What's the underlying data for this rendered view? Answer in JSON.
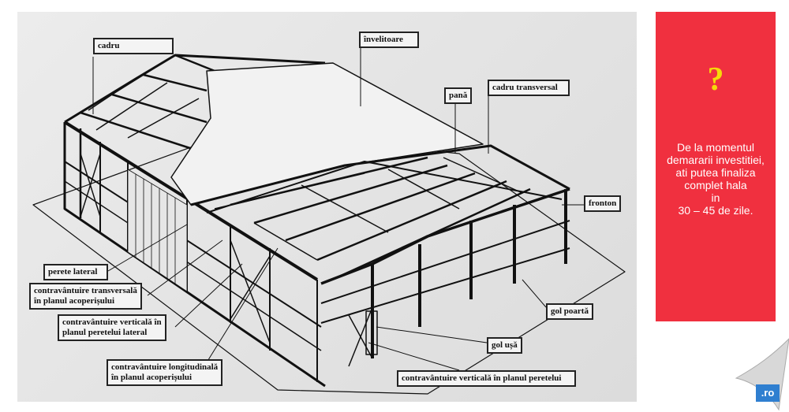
{
  "diagram": {
    "labels": {
      "cadru": "cadru",
      "invelitoare": "învelitoare",
      "pana": "pană",
      "cadru_transversal": "cadru transversal",
      "fronton": "fronton",
      "perete_lateral": "perete lateral",
      "contr_transversala": [
        "contravântuire transversală",
        "în planul acoperișului"
      ],
      "contr_verticala_lateral": [
        "contravântuire verticală în",
        "planul peretelui lateral"
      ],
      "contr_longitudinala": [
        "contravântuire longitudinală",
        "în planul acoperișului"
      ],
      "gol_poarta": "gol poartă",
      "gol_usa": "gol ușă",
      "contr_verticala_perete": "contravântuire verticală în planul peretelui"
    }
  },
  "panel": {
    "icon": "question-mark-icon",
    "symbol": "?",
    "lines": [
      "De la momentul",
      "demararii investitiei,",
      "ati putea finaliza",
      "complet hala",
      "in",
      "30 – 45 de zile."
    ],
    "background": "#f0303f",
    "symbol_color": "#f5d90a"
  },
  "corner": {
    "badge": ".ro",
    "badge_color": "#2f7fd0"
  }
}
